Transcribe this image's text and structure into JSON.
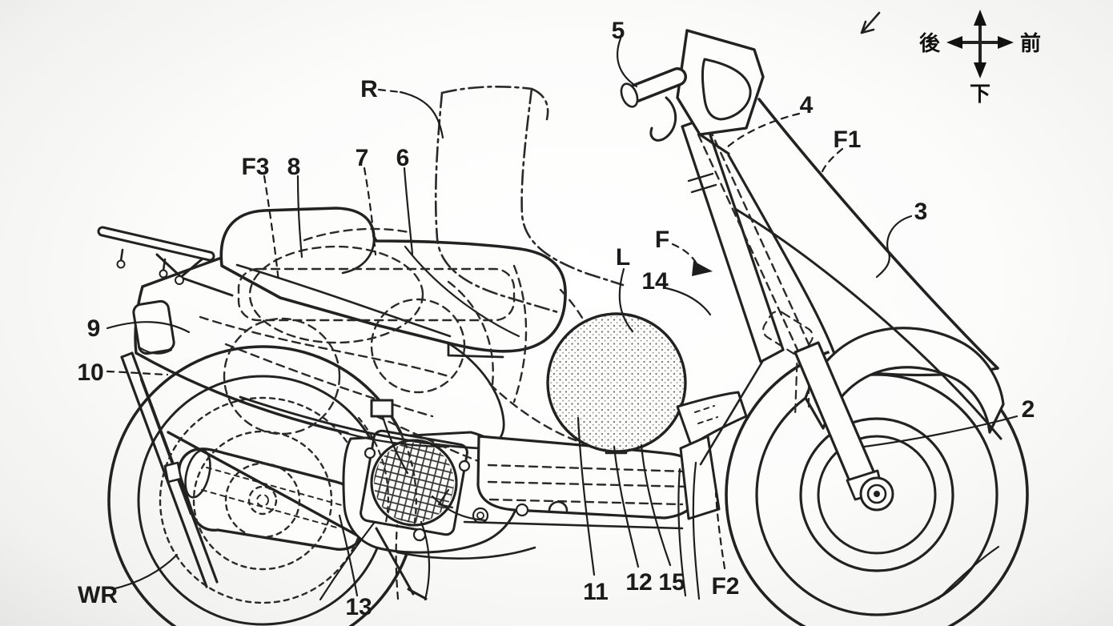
{
  "figure": {
    "kind": "patent-line-drawing",
    "subject": "scooter side view with reference callouts",
    "line_color": "#222222",
    "background_color": "#fbfbfa"
  },
  "labels": {
    "n5": {
      "text": "5"
    },
    "n4": {
      "text": "4"
    },
    "f1": {
      "text": "F1"
    },
    "n3": {
      "text": "3"
    },
    "r": {
      "text": "R"
    },
    "f3": {
      "text": "F3"
    },
    "n8": {
      "text": "8"
    },
    "n7": {
      "text": "7"
    },
    "n6": {
      "text": "6"
    },
    "l": {
      "text": "L"
    },
    "f": {
      "text": "F"
    },
    "n14": {
      "text": "14"
    },
    "n9": {
      "text": "9"
    },
    "n10": {
      "text": "10"
    },
    "n2": {
      "text": "2"
    },
    "n11": {
      "text": "11"
    },
    "n12": {
      "text": "12"
    },
    "n15": {
      "text": "15"
    },
    "f2": {
      "text": "F2"
    },
    "wr": {
      "text": "WR"
    },
    "n13": {
      "text": "13"
    }
  },
  "compass": {
    "rear": "後",
    "front": "前",
    "down": "下"
  }
}
